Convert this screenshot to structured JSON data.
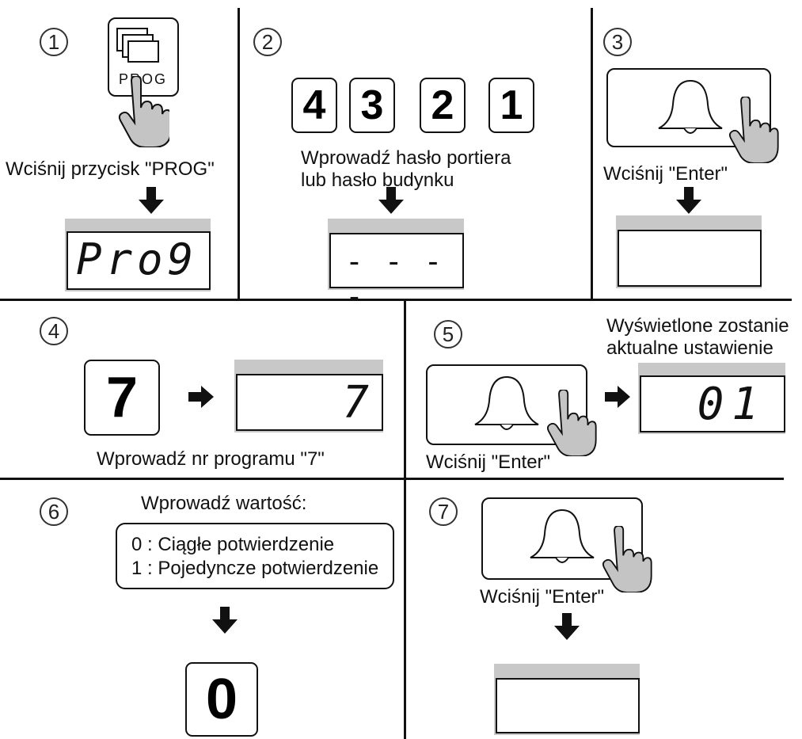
{
  "steps": [
    {
      "number": "1",
      "caption": "Wciśnij przycisk \"PROG\"",
      "button_label": "PROG",
      "display": "Pro9"
    },
    {
      "number": "2",
      "keys": [
        "4",
        "3",
        "2",
        "1"
      ],
      "caption_line1": "Wprowadź hasło portiera",
      "caption_line2": "lub hasło budynku",
      "display": "- - - -"
    },
    {
      "number": "3",
      "caption": "Wciśnij \"Enter\"",
      "display": ""
    },
    {
      "number": "4",
      "key": "7",
      "display": "7",
      "caption": "Wprowadź nr programu \"7\""
    },
    {
      "number": "5",
      "caption_top_line1": "Wyświetlone zostanie",
      "caption_top_line2": "aktualne ustawienie",
      "caption": "Wciśnij \"Enter\"",
      "display": "01"
    },
    {
      "number": "6",
      "title": "Wprowadź wartość:",
      "options": [
        "0 : Ciągłe potwierdzenie",
        "1 : Pojedyncze potwierdzenie"
      ],
      "key": "0"
    },
    {
      "number": "7",
      "caption": "Wciśnij \"Enter\"",
      "display": ""
    }
  ],
  "icons": {
    "hand": "pointing-hand-icon",
    "bell": "bell-icon",
    "arrow_down": "arrow-down-icon",
    "arrow_right": "arrow-right-icon",
    "cards": "program-cards-icon"
  },
  "colors": {
    "display_bezel": "#c8c8c8",
    "hand_fill": "#c4c4c4",
    "line": "#111111"
  }
}
